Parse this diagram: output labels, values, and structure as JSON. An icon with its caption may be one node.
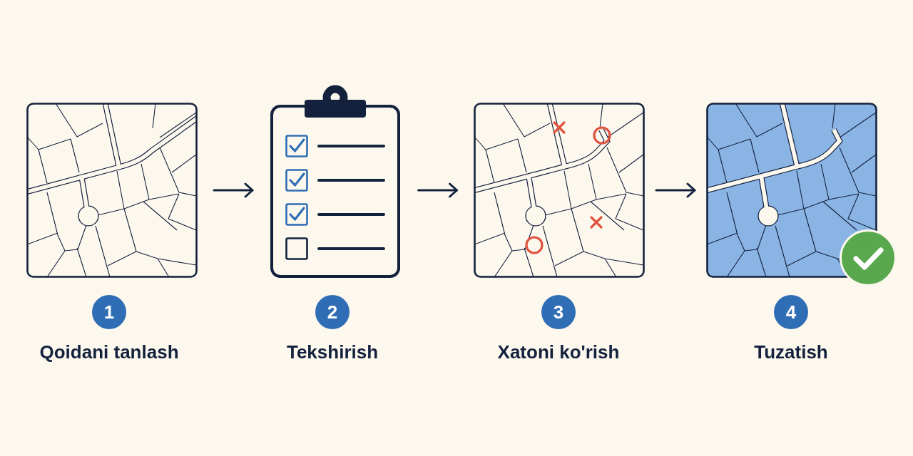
{
  "diagram": {
    "nodes": [
      {
        "text": [],
        "shape": "picture"
      },
      {
        "text": [],
        "shape": "picture"
      },
      {
        "text": [],
        "shape": "picture"
      },
      {
        "text": [],
        "shape": "picture"
      },
      {
        "text": [
          "1"
        ],
        "beside": [
          "Qoidani tanlash"
        ]
      },
      {
        "text": [
          "2"
        ],
        "beside": [
          "Tekshirish"
        ]
      },
      {
        "text": [
          "3"
        ],
        "beside": [
          "Xatoni ko'rish"
        ]
      },
      {
        "text": [
          "4"
        ],
        "beside": [
          "Tuzatish"
        ]
      }
    ],
    "edges": [
      {
        "from": 0,
        "to": 1,
        "arrow": "to"
      },
      {
        "from": 1,
        "to": 2,
        "arrow": "to"
      },
      {
        "from": 2,
        "to": 3,
        "arrow": "to"
      }
    ]
  }
}
